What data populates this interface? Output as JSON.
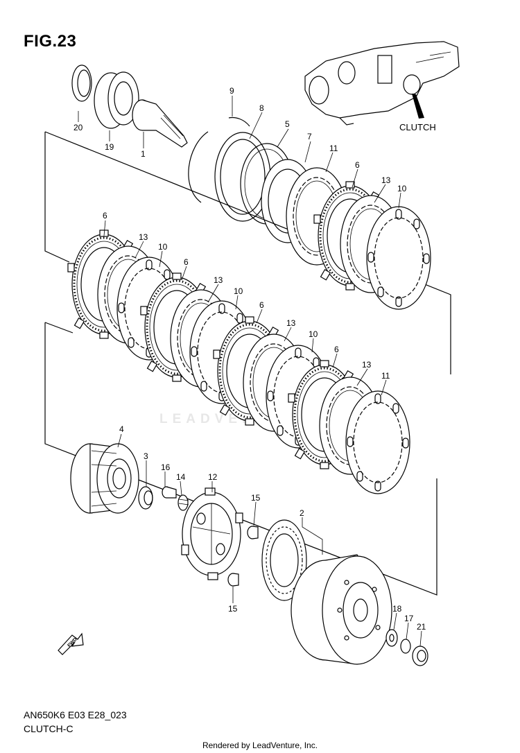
{
  "figure": {
    "title": "FIG.23",
    "model_code": "AN650K6 E03 E28_023",
    "section_name": "CLUTCH-C",
    "watermark": "LEADVENTURE",
    "footer": "Rendered by LeadVenture, Inc.",
    "inset_label": "CLUTCH",
    "fwd_label": "FWD"
  },
  "callouts": [
    "20",
    "19",
    "1",
    "9",
    "8",
    "5",
    "7",
    "11",
    "6",
    "13",
    "10",
    "6",
    "13",
    "10",
    "6",
    "13",
    "10",
    "6",
    "13",
    "10",
    "6",
    "13",
    "11",
    "4",
    "3",
    "16",
    "14",
    "12",
    "15",
    "15",
    "2",
    "18",
    "17",
    "21"
  ]
}
